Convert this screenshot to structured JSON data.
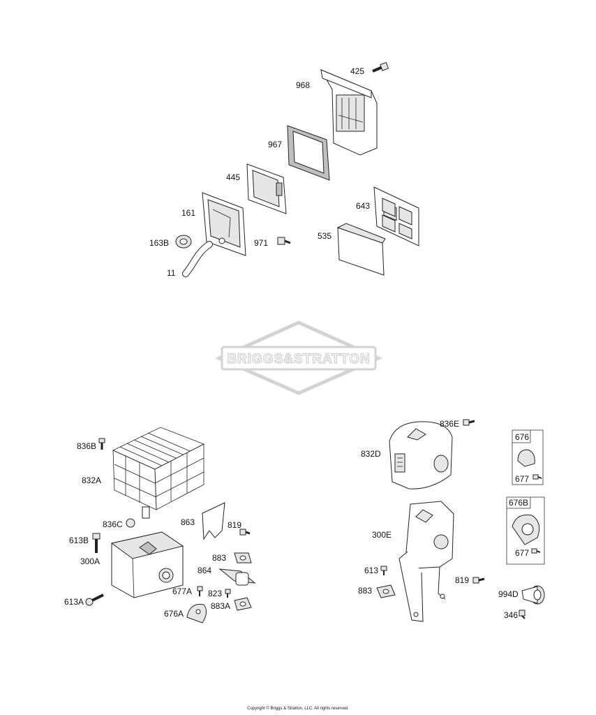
{
  "watermark": {
    "brand": "BRIGGS&STRATTON"
  },
  "labels": {
    "l425": "425",
    "l968": "968",
    "l967": "967",
    "l445": "445",
    "l161": "161",
    "l643": "643",
    "l163B": "163B",
    "l971": "971",
    "l535": "535",
    "l11": "11",
    "l836B": "836B",
    "l832A": "832A",
    "l863": "863",
    "l819a": "819",
    "l836C": "836C",
    "l613B": "613B",
    "l300A": "300A",
    "l883a": "883",
    "l864": "864",
    "l677Aa": "677A",
    "l823": "823",
    "l613A": "613A",
    "l883A": "883A",
    "l676A": "676A",
    "l836E": "836E",
    "l832D": "832D",
    "l676": "676",
    "l677a": "677",
    "l676B": "676B",
    "l300E": "300E",
    "l677b": "677",
    "l613": "613",
    "l819b": "819",
    "l883b": "883",
    "l994D": "994D",
    "l346": "346"
  },
  "footer": {
    "copyright": "Copyright © Briggs & Stratton, LLC. All rights reserved."
  }
}
